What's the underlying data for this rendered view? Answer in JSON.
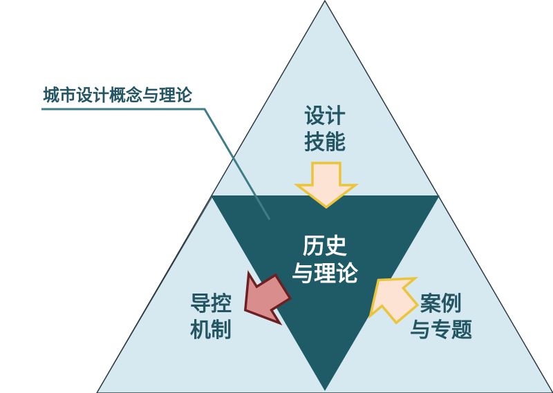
{
  "concept_label": "城市设计概念与理论",
  "center": {
    "line1": "历史",
    "line2": "与理论"
  },
  "top": {
    "line1": "设计",
    "line2": "技能"
  },
  "left": {
    "line1": "导控",
    "line2": "机制"
  },
  "right": {
    "line1": "案例",
    "line2": "与专题"
  },
  "colors": {
    "outer_fill": "#d7e9f0",
    "inner_fill": "#1f5b67",
    "text": "#235563",
    "yellow_arrow_fill": "#fde3d3",
    "yellow_arrow_stroke": "#ecc43a",
    "red_arrow_fill": "#d98d8d",
    "red_arrow_stroke": "#6e1f22"
  }
}
